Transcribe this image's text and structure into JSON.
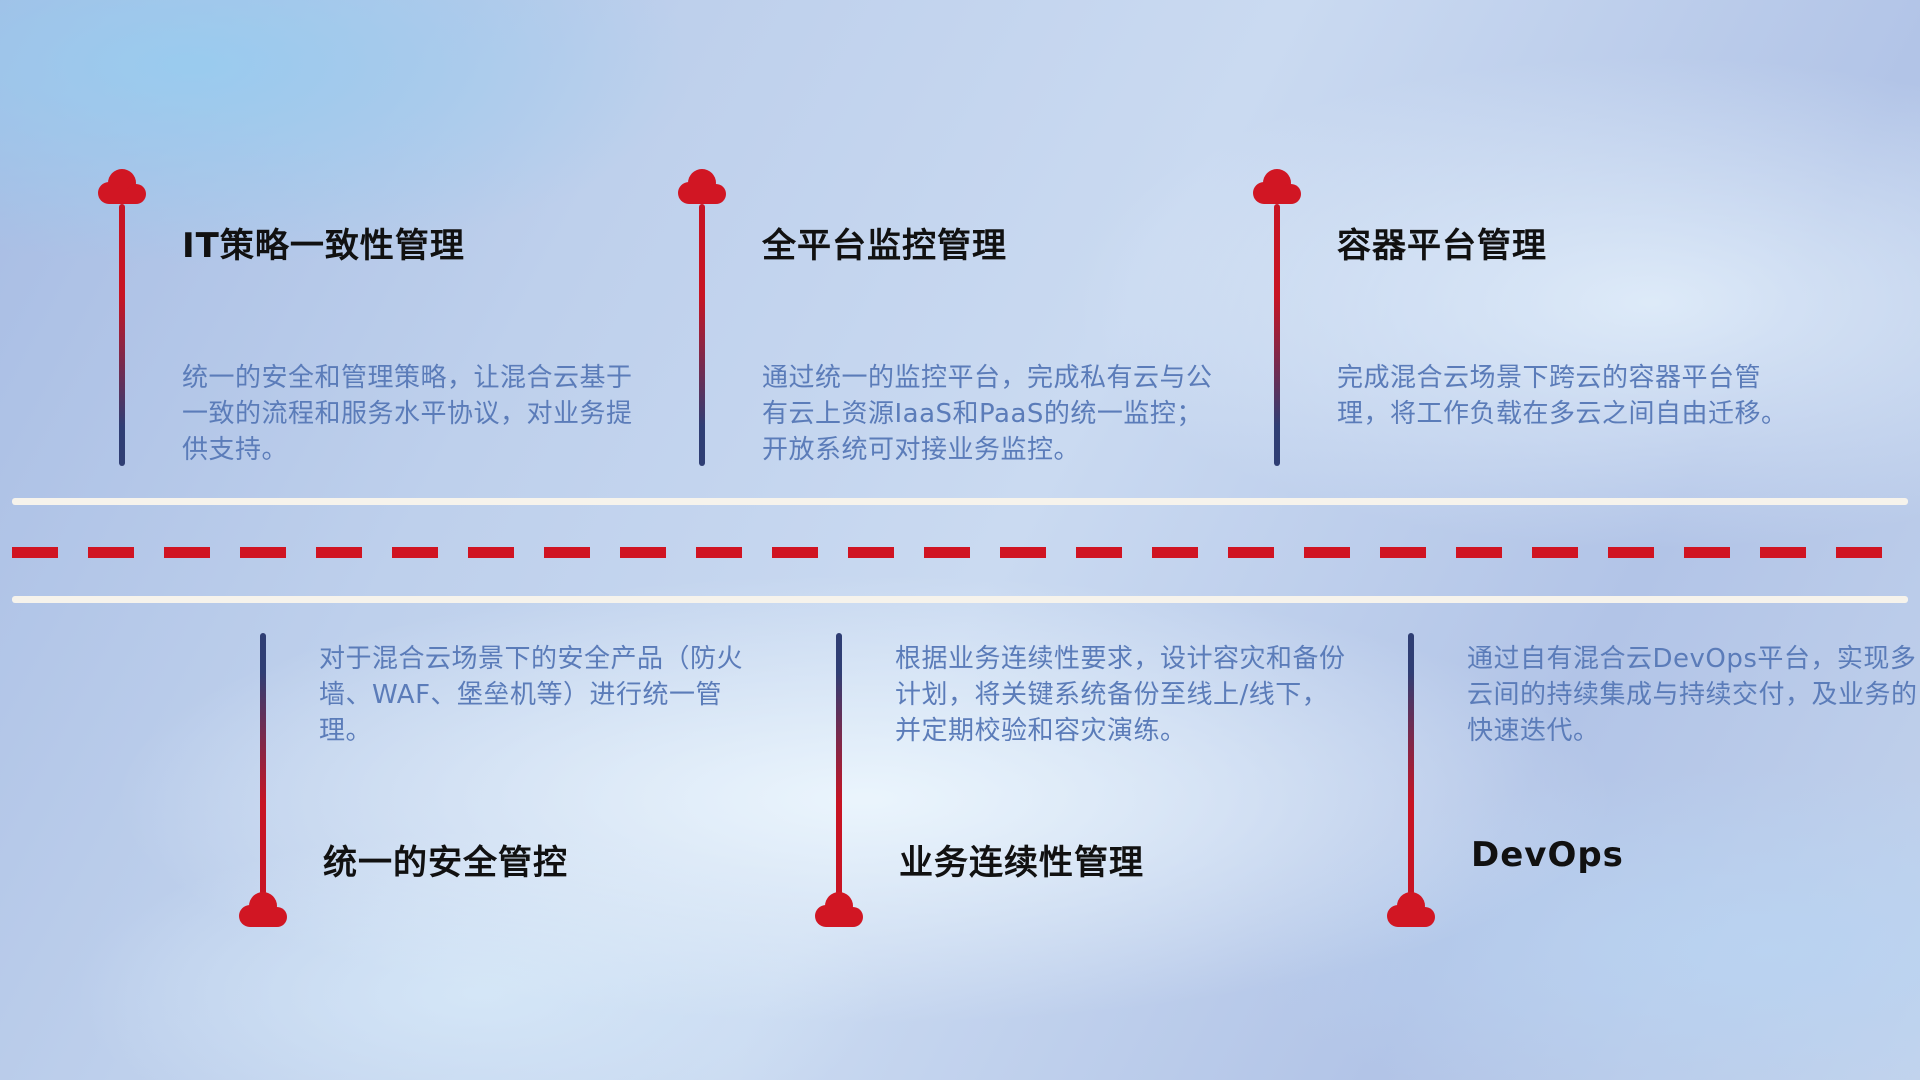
{
  "top_items": [
    {
      "title": "IT策略一致性管理",
      "description": "统一的安全和管理策略，让混合云基于一致的流程和服务水平协议，对业务提供支持。"
    },
    {
      "title": "全平台监控管理",
      "description": "通过统一的监控平台，完成私有云与公有云上资源IaaS和PaaS的统一监控；开放系统可对接业务监控。"
    },
    {
      "title": "容器平台管理",
      "description": "完成混合云场景下跨云的容器平台管理，将工作负载在多云之间自由迁移。"
    }
  ],
  "bottom_items": [
    {
      "title": "统一的安全管控",
      "description": "对于混合云场景下的安全产品（防火墙、WAF、堡垒机等）进行统一管理。"
    },
    {
      "title": "业务连续性管理",
      "description": "根据业务连续性要求，设计容灾和备份计划，将关键系统备份至线上/线下，并定期校验和容灾演练。"
    },
    {
      "title": "DevOps",
      "description": "通过自有混合云DevOps平台，实现多云间的持续集成与持续交付，及业务的快速迭代。"
    }
  ],
  "colors": {
    "cloud": "#d11623",
    "timeline_red": "#c81423",
    "timeline_navy": "#2f3e74",
    "title_text": "#111111",
    "description_text": "#5b7cb9",
    "road_line": "#f6f3ec",
    "road_dash": "#d01422"
  }
}
